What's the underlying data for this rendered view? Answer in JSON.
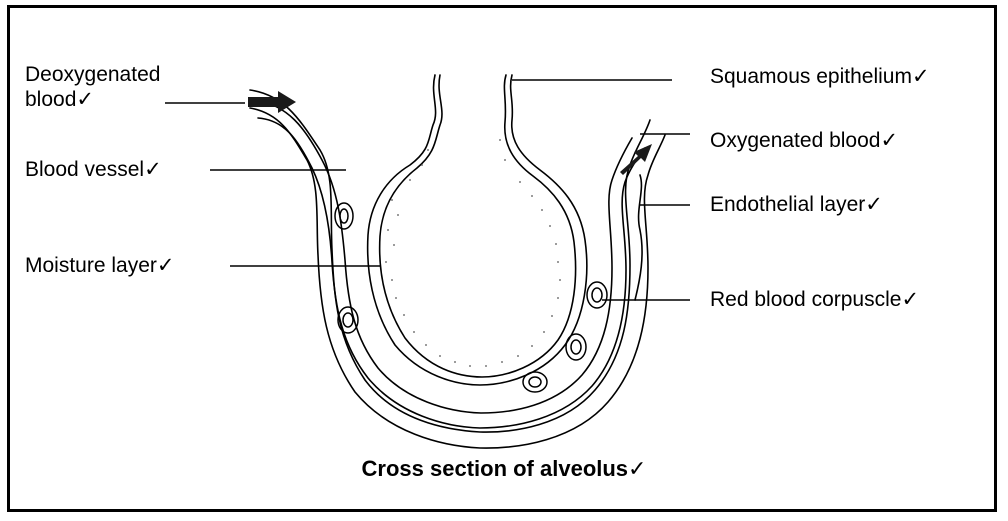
{
  "labels": {
    "deoxygenated_1": "Deoxygenated",
    "deoxygenated_2": "blood✓",
    "blood_vessel": "Blood vessel✓",
    "moisture_layer": "Moisture layer✓",
    "squamous_epithelium": "Squamous epithelium✓",
    "oxygenated_blood": "Oxygenated blood✓",
    "endothelial_layer": "Endothelial layer✓",
    "red_blood_corpuscle": "Red blood corpuscle✓"
  },
  "title": {
    "text": "Cross section of alveolus",
    "tick": "✓"
  },
  "colors": {
    "line": "#000000",
    "arrow": "#1a1a1a",
    "stipple": "#444444",
    "background": "#ffffff"
  }
}
